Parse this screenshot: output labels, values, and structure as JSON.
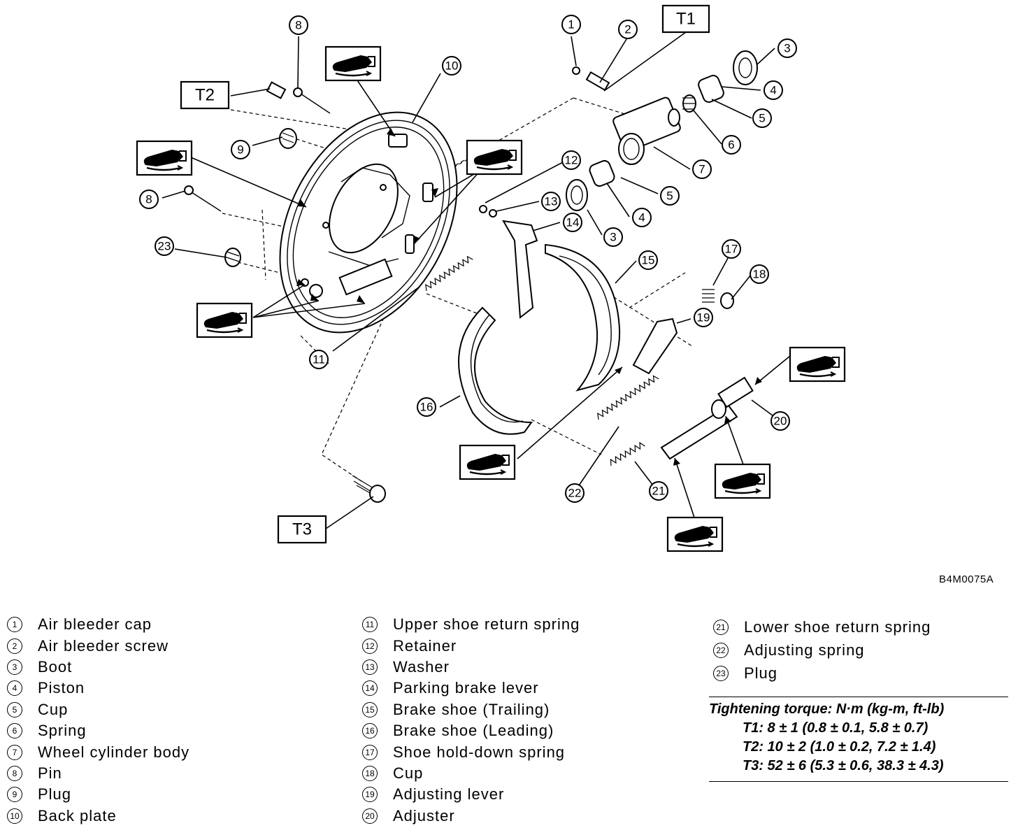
{
  "figure_code": "B4M0075A",
  "torque_labels": [
    "T1",
    "T2",
    "T3"
  ],
  "callout_numbers": [
    "1",
    "2",
    "3",
    "4",
    "5",
    "6",
    "7",
    "8",
    "9",
    "10",
    "11",
    "12",
    "13",
    "14",
    "15",
    "16",
    "17",
    "18",
    "19",
    "20",
    "21",
    "22",
    "23"
  ],
  "grease_icon": "grease-application-icon",
  "legend": {
    "col1": [
      {
        "num": "1",
        "label": "Air bleeder cap"
      },
      {
        "num": "2",
        "label": "Air bleeder screw"
      },
      {
        "num": "3",
        "label": "Boot"
      },
      {
        "num": "4",
        "label": "Piston"
      },
      {
        "num": "5",
        "label": "Cup"
      },
      {
        "num": "6",
        "label": "Spring"
      },
      {
        "num": "7",
        "label": "Wheel cylinder body"
      },
      {
        "num": "8",
        "label": "Pin"
      },
      {
        "num": "9",
        "label": "Plug"
      },
      {
        "num": "10",
        "label": "Back plate"
      }
    ],
    "col2": [
      {
        "num": "11",
        "label": "Upper shoe return spring"
      },
      {
        "num": "12",
        "label": "Retainer"
      },
      {
        "num": "13",
        "label": "Washer"
      },
      {
        "num": "14",
        "label": "Parking brake lever"
      },
      {
        "num": "15",
        "label": "Brake shoe (Trailing)"
      },
      {
        "num": "16",
        "label": "Brake shoe (Leading)"
      },
      {
        "num": "17",
        "label": "Shoe hold-down spring"
      },
      {
        "num": "18",
        "label": "Cup"
      },
      {
        "num": "19",
        "label": "Adjusting lever"
      },
      {
        "num": "20",
        "label": "Adjuster"
      }
    ],
    "col3": [
      {
        "num": "21",
        "label": "Lower shoe return spring"
      },
      {
        "num": "22",
        "label": "Adjusting spring"
      },
      {
        "num": "23",
        "label": "Plug"
      }
    ]
  },
  "torque": {
    "title": "Tightening torque: N·m (kg-m, ft-lb)",
    "rows": [
      "T1: 8 ± 1 (0.8 ± 0.1, 5.8 ± 0.7)",
      "T2: 10 ± 2 (1.0 ± 0.2, 7.2 ± 1.4)",
      "T3: 52 ± 6 (5.3 ± 0.6, 38.3 ± 4.3)"
    ]
  }
}
